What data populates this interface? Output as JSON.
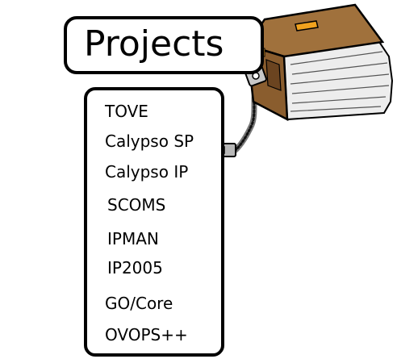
{
  "title": "Projects",
  "projects": [
    "TOVE",
    "Calypso SP",
    "Calypso IP",
    "SCOMS",
    "IPMAN",
    "IP2005",
    "GO/Core",
    "OVOPS++"
  ],
  "icons": {
    "binder": "binder-icon",
    "cable": "cable-icon",
    "plug": "plug-icon"
  },
  "colors": {
    "binder": "#a0713c",
    "binder_dark": "#6b4420",
    "label": "#f0a21e",
    "paper": "#ededed",
    "outline": "#000000"
  }
}
